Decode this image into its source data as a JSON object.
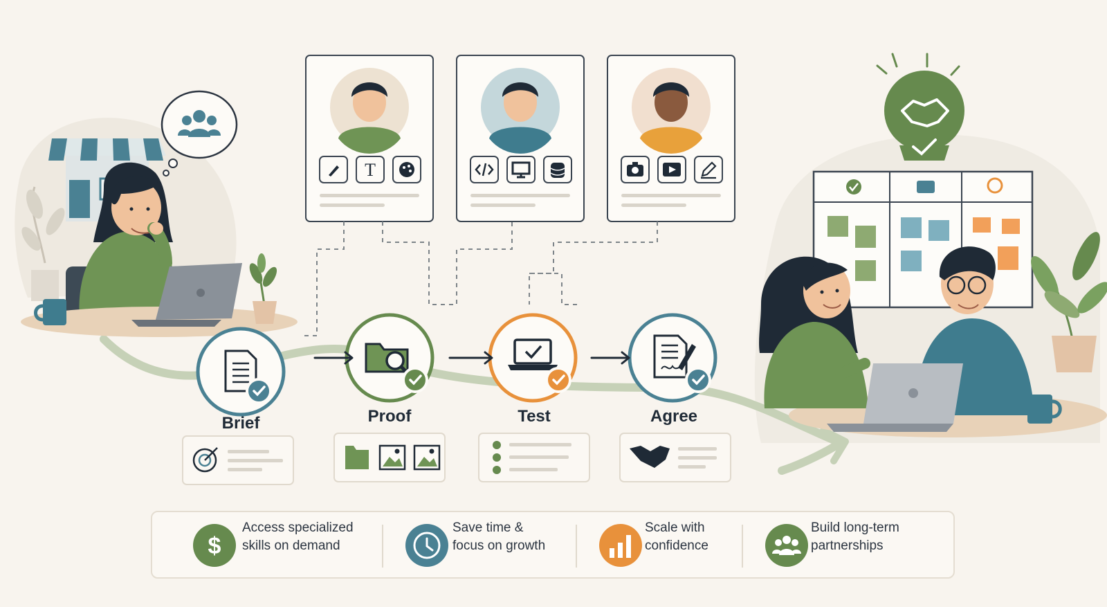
{
  "steps": [
    {
      "label": "Brief",
      "ring_color": "#4a8193"
    },
    {
      "label": "Proof",
      "ring_color": "#668a4e"
    },
    {
      "label": "Test",
      "ring_color": "#e8913b"
    },
    {
      "label": "Agree",
      "ring_color": "#4a8193"
    }
  ],
  "benefits": [
    {
      "line1": "Access specialized",
      "line2": "skills on demand",
      "icon": "dollar-icon",
      "color": "#668a4e"
    },
    {
      "line1": "Save time &",
      "line2": "focus on growth",
      "icon": "clock-icon",
      "color": "#4a8193"
    },
    {
      "line1": "Scale with",
      "line2": "confidence",
      "icon": "bar-chart-icon",
      "color": "#e8913b"
    },
    {
      "line1": "Build long-term",
      "line2": "partnerships",
      "icon": "group-icon",
      "color": "#668a4e"
    }
  ],
  "freelancers": [
    {
      "skills": [
        "pen-icon",
        "text-icon",
        "palette-icon"
      ],
      "shirt": "#6f9455"
    },
    {
      "skills": [
        "code-icon",
        "monitor-icon",
        "database-icon"
      ],
      "shirt": "#3f7c8e"
    },
    {
      "skills": [
        "camera-icon",
        "video-play-icon",
        "edit-icon"
      ],
      "shirt": "#e8a13b"
    }
  ],
  "colors": {
    "green": "#668a4e",
    "teal": "#4a8193",
    "orange": "#e8913b",
    "background": "#f8f4ee",
    "ink": "#1f2a36"
  }
}
